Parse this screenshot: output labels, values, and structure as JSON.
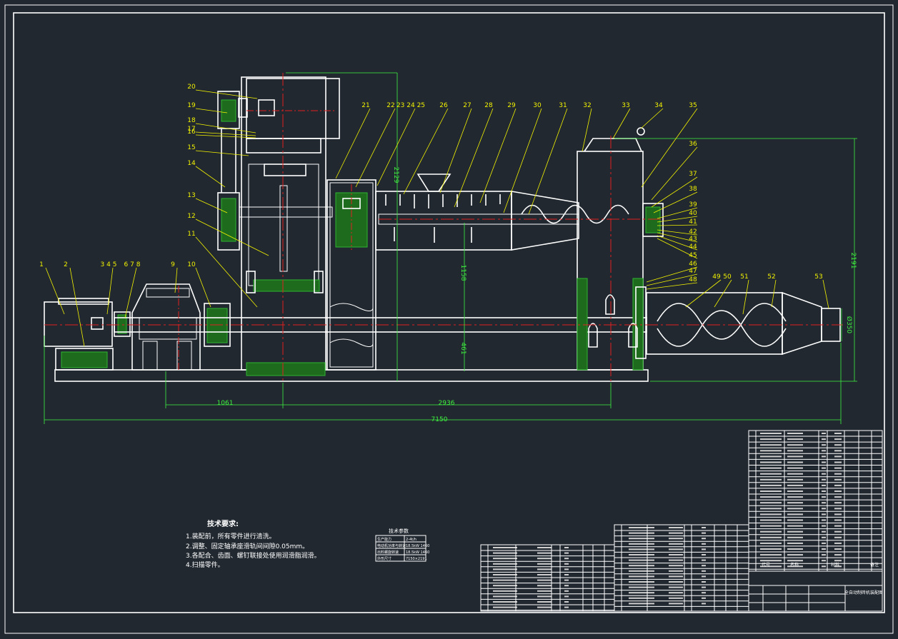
{
  "drawing": {
    "part_labels": [
      "1",
      "2",
      "3 4 5",
      "6 7 8",
      "9",
      "10",
      "11",
      "12",
      "13",
      "14",
      "15",
      "16",
      "17",
      "18",
      "19",
      "20",
      "21",
      "22",
      "23 24 25",
      "26",
      "27",
      "28",
      "29",
      "30",
      "31",
      "32",
      "33",
      "34",
      "35",
      "36",
      "37",
      "38",
      "39",
      "40",
      "41",
      "42",
      "43",
      "44",
      "45",
      "46",
      "47",
      "48",
      "49",
      "50",
      "51",
      "52",
      "53"
    ],
    "dimensions": {
      "overall_length": "7150",
      "span_1": "1061",
      "span_2": "2936",
      "height_right": "2191",
      "height_feed": "2129",
      "outlet_dia": "Ø350",
      "vert_1": "1158",
      "vert_2": "461"
    },
    "notes": {
      "title": "技术要求:",
      "lines": [
        "1.装配前，所有零件进行清洗。",
        "2.调整、固定轴承座滑轨间间隙0.05mm。",
        "3.各配合、齿面、螺钉联接处使用润滑脂润滑。",
        "4.扫描零件。"
      ]
    },
    "spec_table": {
      "title": "技术参数",
      "rows": [
        [
          "生产能力",
          "2-4t/h"
        ],
        [
          "电动机功率与转速",
          "18.5kW 1460"
        ],
        [
          "出料螺旋转速",
          "18.5kW 1460"
        ],
        [
          "外形尺寸",
          "7150×2191"
        ]
      ]
    },
    "title_block": {
      "drawing_title": "全自动制砖机装配图",
      "col_headers": [
        "代号",
        "名称",
        "材料",
        "备注"
      ]
    }
  },
  "colors": {
    "background": "#212830",
    "outline": "#ffffff",
    "leader": "#f2f200",
    "dimension": "#3ff23f",
    "centerline": "#e02020",
    "hatch": "#1e6b1e"
  }
}
